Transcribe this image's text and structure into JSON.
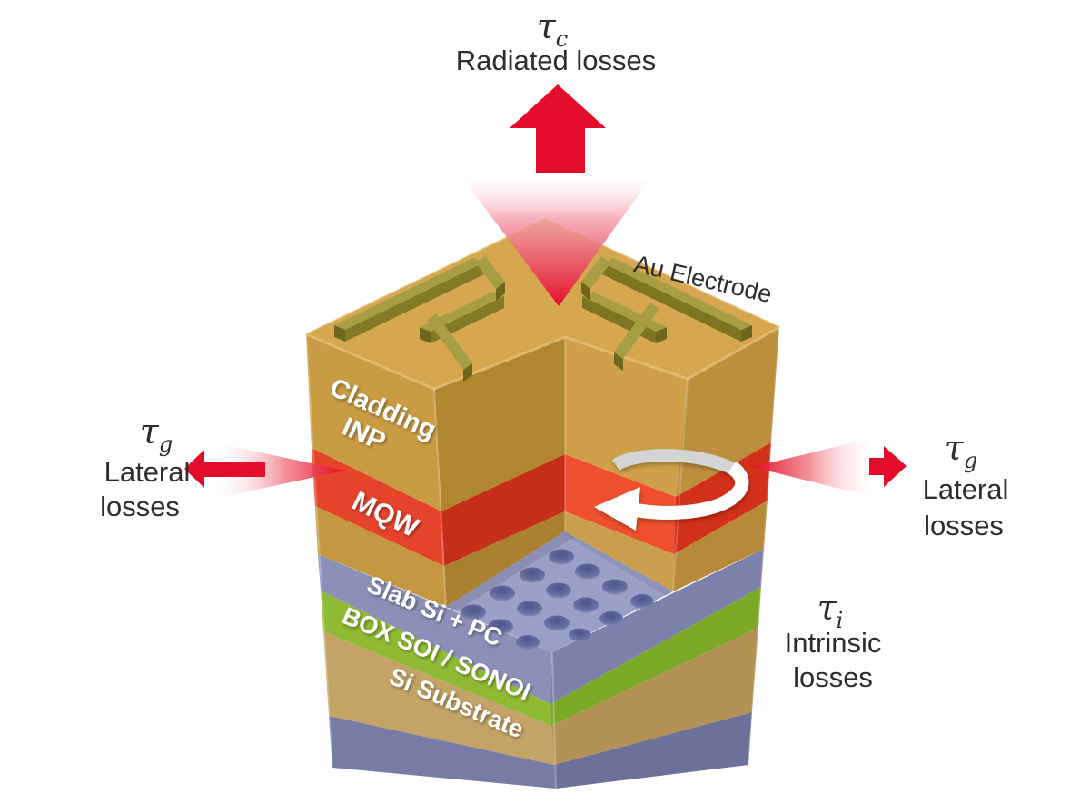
{
  "diagram": {
    "losses": {
      "radiated": {
        "symbol": "τ",
        "subscript": "c",
        "label": "Radiated losses"
      },
      "lateral_left": {
        "symbol": "τ",
        "subscript": "g",
        "line1": "Lateral",
        "line2": "losses"
      },
      "lateral_right": {
        "symbol": "τ",
        "subscript": "g",
        "line1": "Lateral",
        "line2": "losses"
      },
      "intrinsic": {
        "symbol": "τ",
        "subscript": "i",
        "line1": "Intrinsic",
        "line2": "losses"
      }
    },
    "electrode": {
      "label": "Au Electrode",
      "color": "#a79d43"
    },
    "layers": [
      {
        "id": "cladding-inp",
        "line1": "Cladding",
        "line2": "INP",
        "color": "#c99c44"
      },
      {
        "id": "mqw",
        "label": "MQW",
        "color": "#e5432a"
      },
      {
        "id": "slab-si-pc",
        "label": "Slab Si + PC",
        "color": "#8b90b8"
      },
      {
        "id": "box-soi-sonoi",
        "label": "BOX SOI / SONOI",
        "color": "#8fba33"
      },
      {
        "id": "si-substrate",
        "label": "Si Substrate",
        "color": "#c3a366"
      }
    ],
    "colors": {
      "arrow_red": "#e30d2b",
      "top_face_gold": "#d6a74e",
      "base_blue_gray": "#767ca6",
      "circulation_arrow_back": "#d4d4d4",
      "circulation_arrow_front": "#ffffff",
      "text_dark": "#2e2e2e"
    }
  }
}
